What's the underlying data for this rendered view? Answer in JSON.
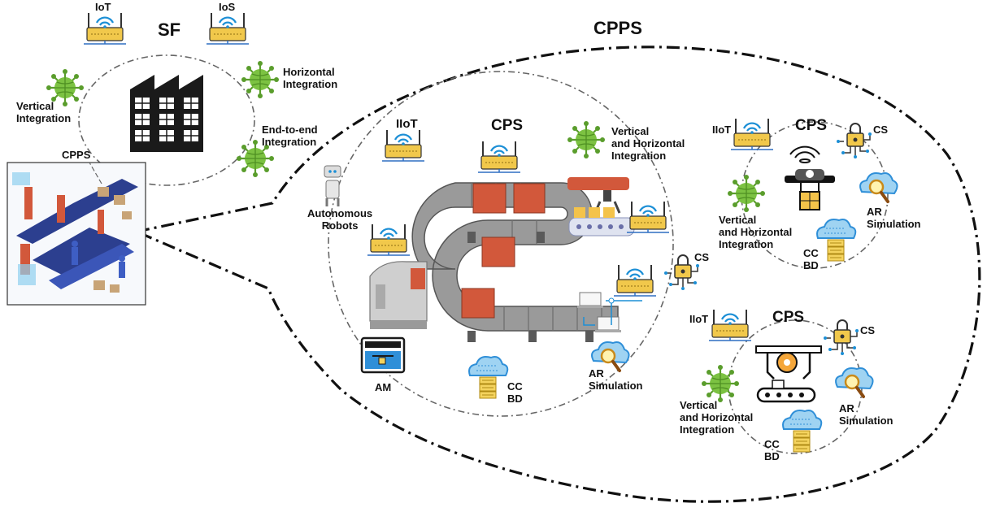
{
  "diagram": {
    "sf_title": "SF",
    "cpps_title": "CPPS",
    "sf": {
      "iot": "IoT",
      "ios": "IoS",
      "vertical_integration": [
        "Vertical",
        "Integration"
      ],
      "horizontal_integration": [
        "Horizontal",
        "Integration"
      ],
      "end_to_end_integration": [
        "End-to-end",
        "Integration"
      ],
      "cpps_label": "CPPS"
    },
    "cps_main": {
      "title": "CPS",
      "iiot": "IIoT",
      "vertical_horizontal": [
        "Vertical",
        "and Horizontal",
        "Integration"
      ],
      "autonomous_robots": [
        "Autonomous",
        "Robots"
      ],
      "cs": "CS",
      "am": "AM",
      "cc_bd": [
        "CC",
        "BD"
      ],
      "ar_simulation": [
        "AR",
        "Simulation"
      ]
    },
    "cps_top_right": {
      "title": "CPS",
      "iiot": "IIoT",
      "cs": "CS",
      "vertical_horizontal": [
        "Vertical",
        "and Horizontal",
        "Integration"
      ],
      "ar_simulation": [
        "AR",
        "Simulation"
      ],
      "cc_bd": [
        "CC",
        "BD"
      ]
    },
    "cps_bottom_right": {
      "title": "CPS",
      "iiot": "IIoT",
      "cs": "CS",
      "vertical_horizontal": [
        "Vertical",
        "and Horizontal",
        "Integration"
      ],
      "ar_simulation": [
        "AR",
        "Simulation"
      ],
      "cc_bd": [
        "CC",
        "BD"
      ]
    },
    "colors": {
      "virus_green": "#7cc242",
      "cloud_blue": "#2f8fd8",
      "cloud_light": "#9fd3f2",
      "db_yellow": "#f4d35e",
      "router_yellow": "#f1c84b",
      "wifi_blue": "#1c8fd6",
      "box_red": "#d2583b",
      "belt_gray": "#8a8a8a",
      "factory_black": "#1a1a1a",
      "cpps_panel_blue": "#2c3f8f"
    },
    "icons": [
      "router-icon",
      "virus-integration-icon",
      "factory-icon",
      "conveyor-icon",
      "cloud-database-icon",
      "magnifier-cloud-icon",
      "padlock-circuit-icon",
      "robot-icon",
      "3d-printer-icon",
      "drone-icon",
      "robotic-arm-icon",
      "cnc-machine-icon",
      "laptop-network-icon"
    ]
  }
}
